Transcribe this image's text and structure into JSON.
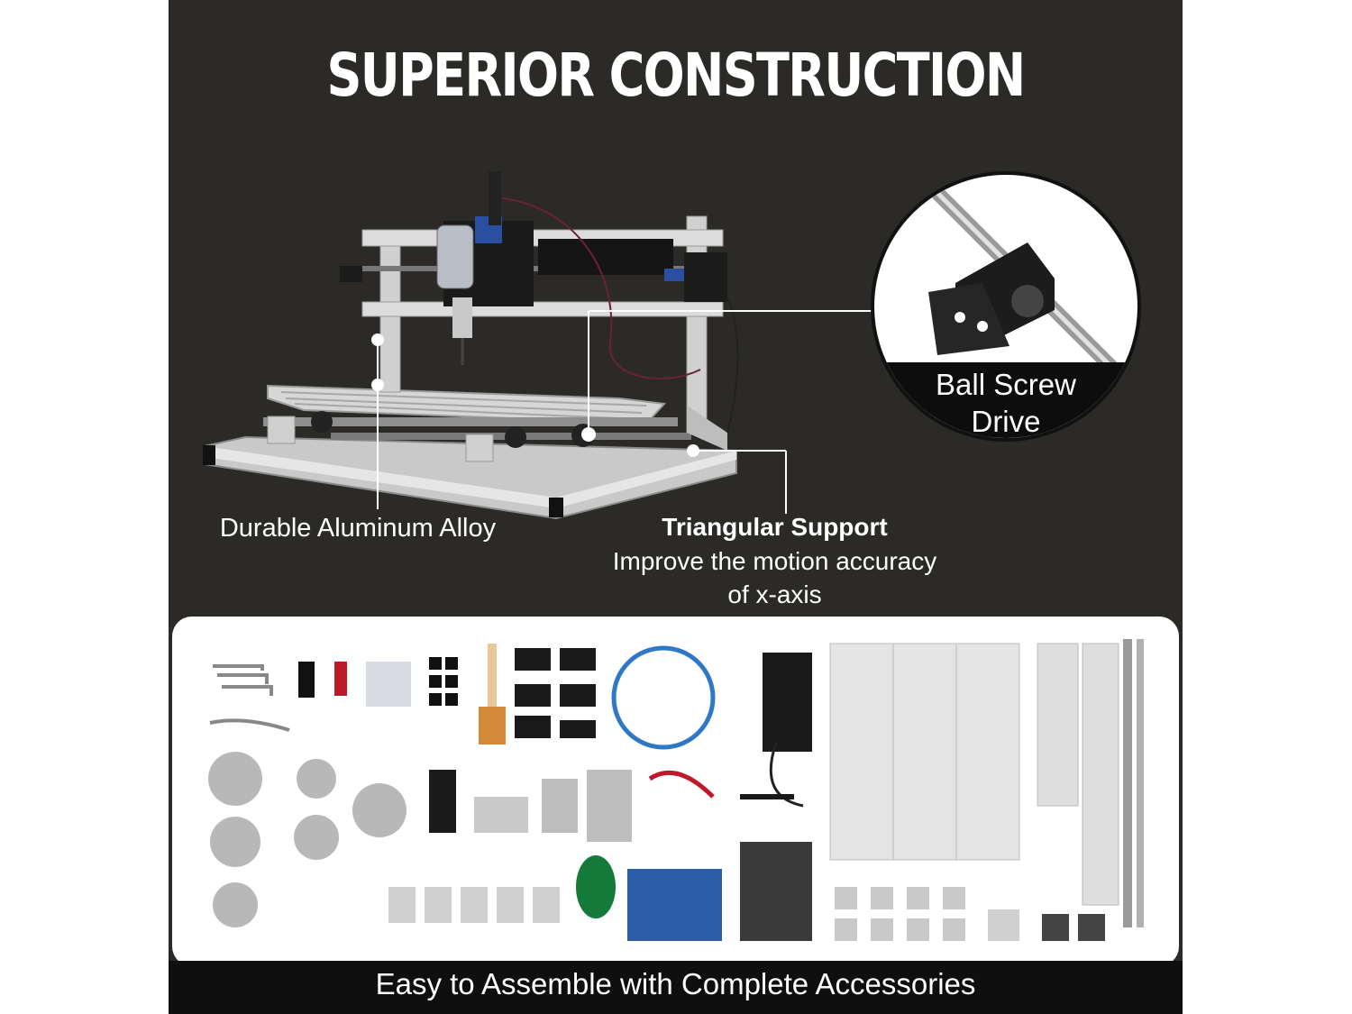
{
  "headline": "SUPERIOR CONSTRUCTION",
  "callouts": {
    "ball_screw": "Ball Screw\nDrive",
    "alloy": "Durable Aluminum Alloy",
    "triangular_title": "Triangular Support",
    "triangular_desc": "Improve the motion accuracy\nof x-axis"
  },
  "footer": "Easy to Assemble with Complete Accessories"
}
